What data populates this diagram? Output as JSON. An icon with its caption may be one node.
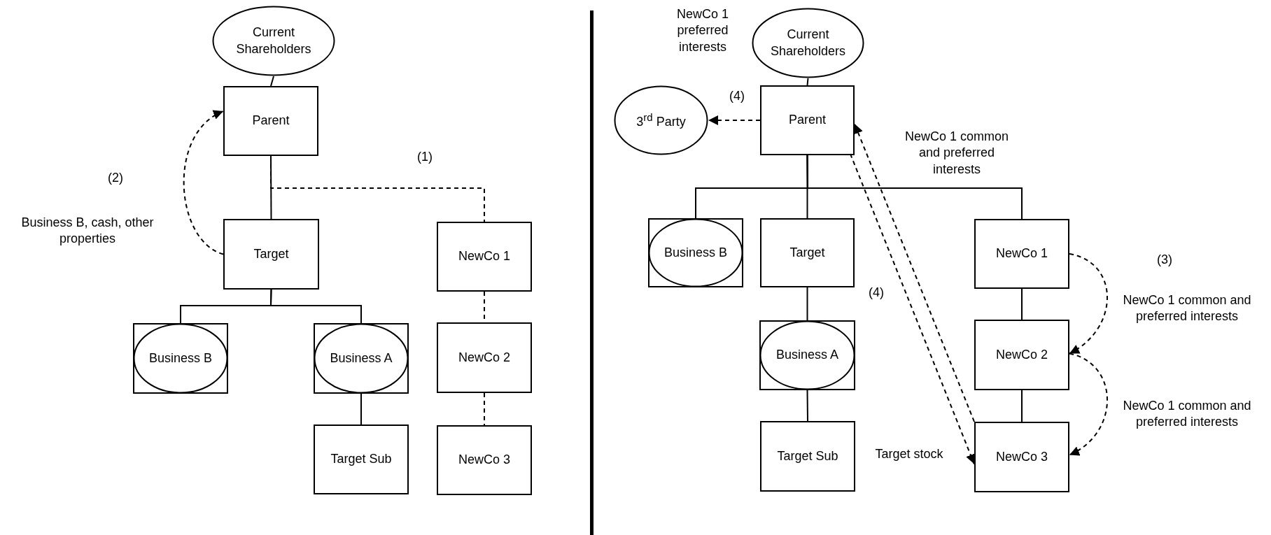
{
  "diagram": {
    "nodes": [
      {
        "text": [
          "Current Shareholders"
        ]
      },
      {
        "text": [
          "Parent"
        ]
      },
      {
        "text": [
          "Target"
        ]
      },
      {
        "text": [
          "NewCo 1"
        ]
      },
      {
        "text": [
          "Business B"
        ]
      },
      {
        "text": [
          "Business A"
        ]
      },
      {
        "text": [
          "NewCo 2"
        ]
      },
      {
        "text": [
          "Target Sub"
        ]
      },
      {
        "text": [
          "NewCo 3"
        ]
      },
      {
        "text": [
          "Current Shareholders"
        ]
      },
      {
        "text": [
          "3$^{rd}$ Party"
        ]
      },
      {
        "text": [
          "Parent"
        ]
      },
      {
        "text": [
          "Business B"
        ]
      },
      {
        "text": [
          "Target"
        ]
      },
      {
        "text": [
          "NewCo 1"
        ]
      },
      {
        "text": [
          "Business A"
        ]
      },
      {
        "text": [
          "NewCo 2"
        ]
      },
      {
        "text": [
          "Target Sub"
        ]
      },
      {
        "text": [
          "NewCo 3"
        ]
      }
    ],
    "edges": [
      {
        "from": 0,
        "to": 1,
        "arrow": "none"
      },
      {
        "from": 1,
        "to": 2,
        "arrow": "none"
      },
      {
        "from": 1,
        "to": 3,
        "arrow": "none",
        "style": "dashed"
      },
      {
        "from": 2,
        "to": 4,
        "arrow": "none"
      },
      {
        "from": 2,
        "to": 5,
        "arrow": "none"
      },
      {
        "from": 5,
        "to": 7,
        "arrow": "none"
      },
      {
        "from": 3,
        "to": 6,
        "arrow": "none",
        "style": "dashed"
      },
      {
        "from": 6,
        "to": 8,
        "arrow": "none",
        "style": "dashed"
      },
      {
        "from": 2,
        "to": 1,
        "arrow": "to",
        "style": "dashed"
      },
      {
        "from": 9,
        "to": 11,
        "arrow": "none"
      },
      {
        "from": 11,
        "to": 10,
        "arrow": "to",
        "style": "dashed"
      },
      {
        "from": 11,
        "to": 12,
        "arrow": "none"
      },
      {
        "from": 11,
        "to": 13,
        "arrow": "none"
      },
      {
        "from": 11,
        "to": 14,
        "arrow": "none"
      },
      {
        "from": 13,
        "to": 15,
        "arrow": "none"
      },
      {
        "from": 15,
        "to": 17,
        "arrow": "none"
      },
      {
        "from": 14,
        "to": 16,
        "arrow": "none"
      },
      {
        "from": 16,
        "to": 18,
        "arrow": "none"
      },
      {
        "from": 11,
        "to": 18,
        "arrow": "to",
        "style": "dashed"
      },
      {
        "from": 18,
        "to": 11,
        "arrow": "to",
        "style": "dashed"
      },
      {
        "from": 14,
        "to": 16,
        "arrow": "to",
        "style": "dashed"
      },
      {
        "from": 16,
        "to": 18,
        "arrow": "to",
        "style": "dashed"
      }
    ],
    "labels": [
      "(1)",
      "(2)",
      "Business B, cash, other properties",
      "NewCo 1 preferred interests",
      "(4)",
      "NewCo 1 common and preferred interests",
      "(3)",
      "(4)",
      "NewCo 1 common and preferred interests",
      "NewCo 1 common and preferred interests",
      "Target stock"
    ]
  }
}
